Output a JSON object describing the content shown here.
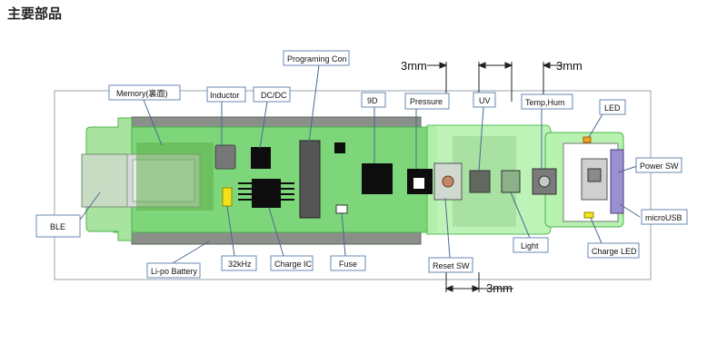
{
  "heading": "主要部品",
  "labels": {
    "memory": "Memory(裏面)",
    "inductor": "Inductor",
    "dcdc": "DC/DC",
    "programing_con": "Programing Con",
    "nine_d": "9D",
    "pressure": "Pressure",
    "uv": "UV",
    "temp_hum": "Temp,Hum",
    "led": "LED",
    "power_sw": "Power SW",
    "micro_usb": "microUSB",
    "charge_led": "Charge LED",
    "light": "Light",
    "reset_sw": "Reset SW",
    "fuse": "Fuse",
    "charge_ic": "Charge IC",
    "crystal_32khz": "32kHz",
    "lipo_battery": "Li-po Battery",
    "ble": "BLE"
  },
  "dimensions": {
    "top_left": "3mm",
    "top_right": "3mm",
    "bottom": "3mm"
  },
  "colors": {
    "pcb_green": "#7ed67a",
    "pcb_dark": "#49b449",
    "transparent_green": "#b8f2b0",
    "battery_gray": "#8a8f8a",
    "chip_black": "#0d0d0d",
    "callout_border": "#6a8ab0",
    "led_orange": "#f4a21c",
    "led_yellow": "#f2e21a"
  }
}
